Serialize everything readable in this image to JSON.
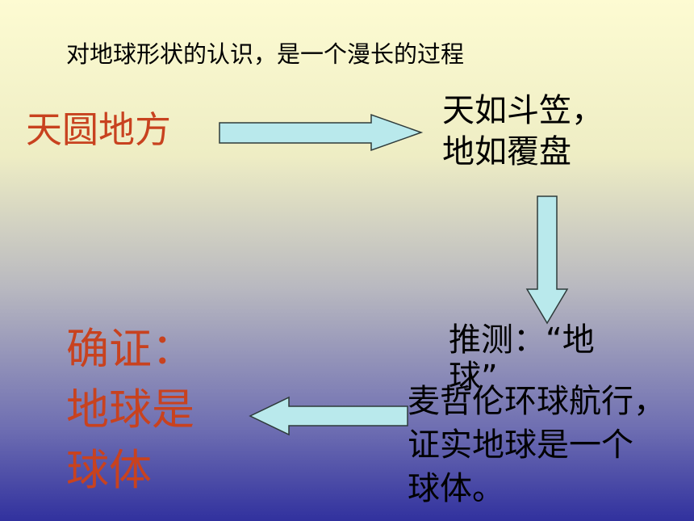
{
  "title": "对地球形状的认识，是一个漫长的过程",
  "nodes": {
    "tianyuan": "天圆地方",
    "gaitian": [
      "天如斗笠，",
      "地如覆盘"
    ],
    "tuice": [
      "推测：“地",
      "球”"
    ],
    "magellan": [
      "麦哲伦环球航行，",
      "证实地球是一个",
      "球体。"
    ],
    "conclusion": [
      "确证：",
      "地球是",
      "球体"
    ]
  },
  "colors": {
    "accent_text": "#c8421f",
    "arrow_fill": "#b9e9ec",
    "arrow_stroke": "#2e3a3a"
  }
}
